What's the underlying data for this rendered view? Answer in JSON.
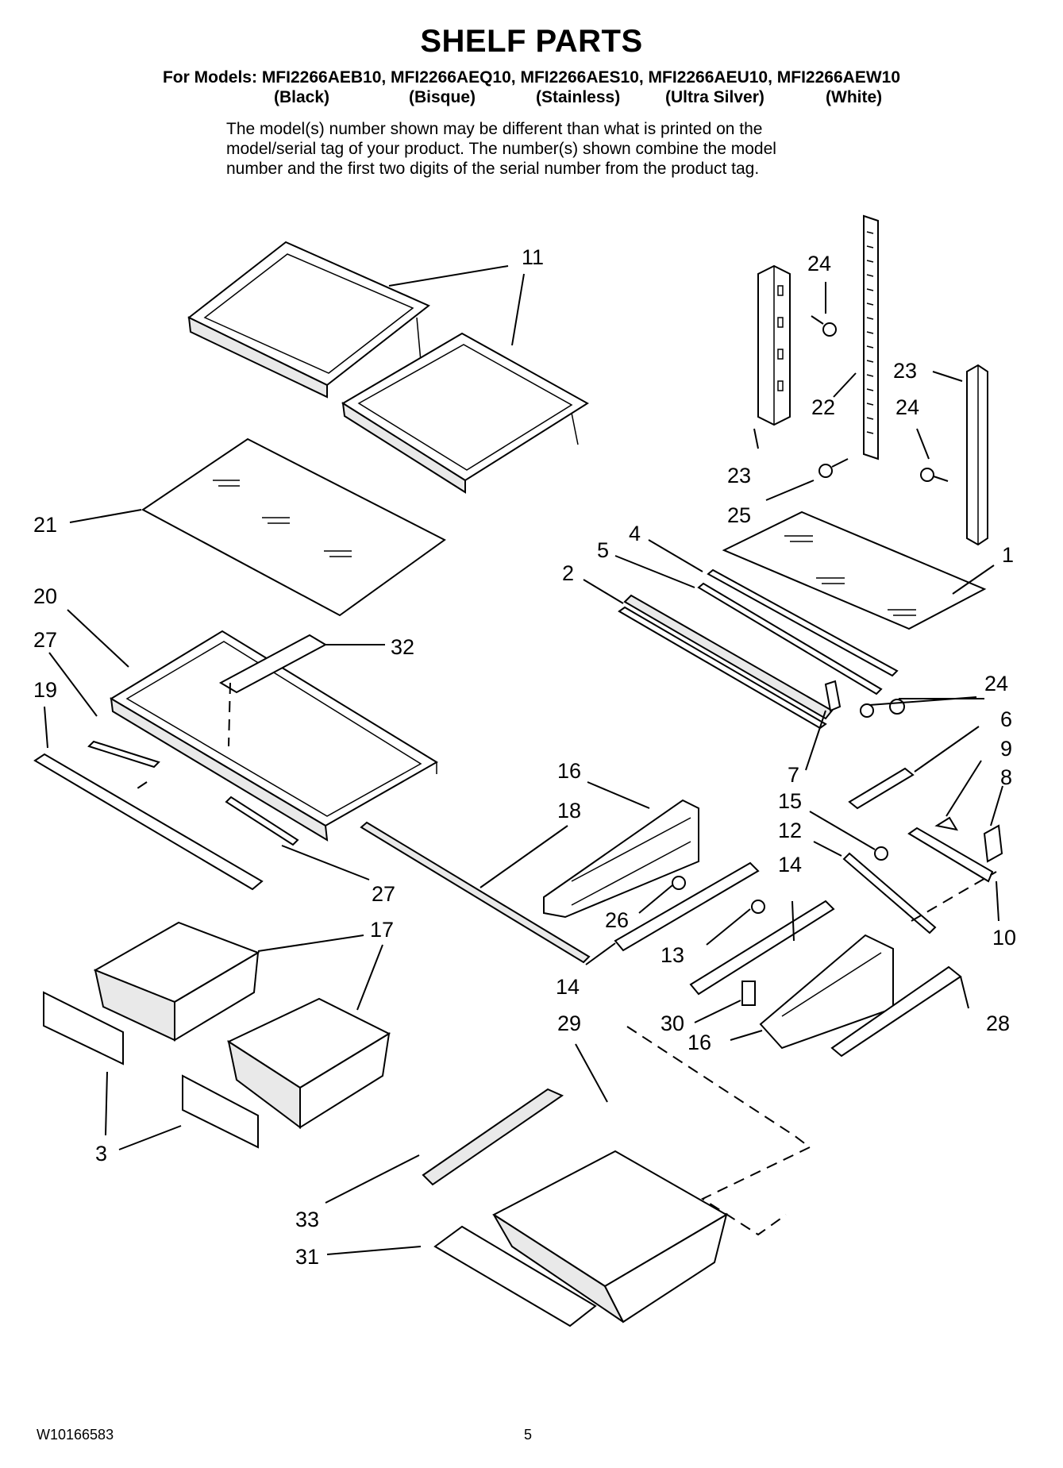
{
  "header": {
    "title": "SHELF PARTS",
    "models_line": "For Models: MFI2266AEB10, MFI2266AEQ10, MFI2266AES10, MFI2266AEU10, MFI2266AEW10",
    "colors": [
      "(Black)",
      "(Bisque)",
      "(Stainless)",
      "(Ultra Silver)",
      "(White)"
    ],
    "note_lines": [
      "The model(s) number shown may be different than what is printed on the",
      "model/serial tag of your product. The number(s) shown combine the model",
      "number and the first two digits of the serial number from the product tag."
    ]
  },
  "callouts": {
    "c11": "11",
    "c24a": "24",
    "c22": "22",
    "c23a": "23",
    "c24b": "24",
    "c23b": "23",
    "c25": "25",
    "c21": "21",
    "c4": "4",
    "c5": "5",
    "c2": "2",
    "c1": "1",
    "c20": "20",
    "c27a": "27",
    "c32": "32",
    "c19": "19",
    "c24c": "24",
    "c6": "6",
    "c9": "9",
    "c7": "7",
    "c8": "8",
    "c16a": "16",
    "c15": "15",
    "c18": "18",
    "c12": "12",
    "c14a": "14",
    "c27b": "27",
    "c17": "17",
    "c26": "26",
    "c10": "10",
    "c13": "13",
    "c14b": "14",
    "c29": "29",
    "c30": "30",
    "c16b": "16",
    "c28": "28",
    "c3": "3",
    "c33": "33",
    "c31": "31"
  },
  "footer": {
    "doc_number": "W10166583",
    "page_number": "5"
  }
}
